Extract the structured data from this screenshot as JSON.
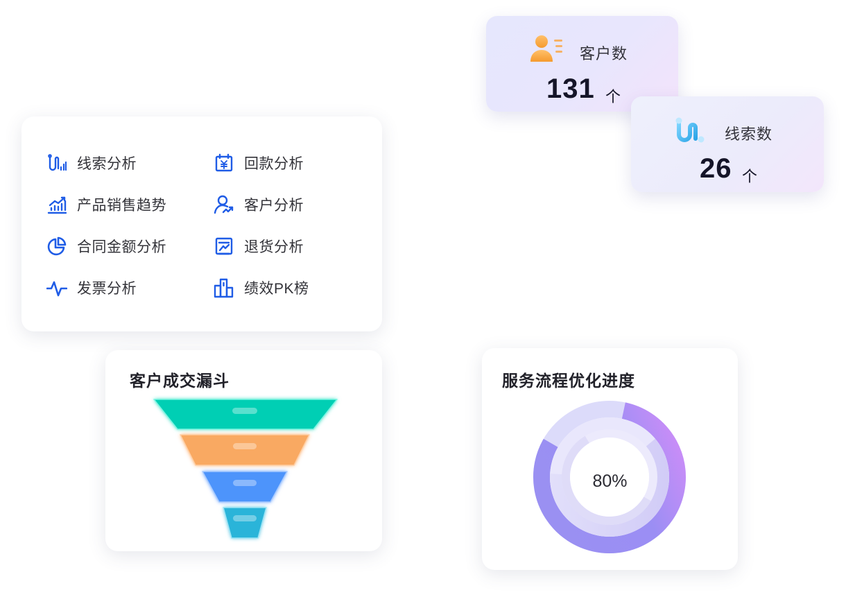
{
  "menu": {
    "items": [
      {
        "label": "线索分析",
        "icon": "leads-chart-icon"
      },
      {
        "label": "回款分析",
        "icon": "payment-calendar-icon"
      },
      {
        "label": "产品销售趋势",
        "icon": "trend-chart-icon"
      },
      {
        "label": "客户分析",
        "icon": "customer-user-icon"
      },
      {
        "label": "合同金额分析",
        "icon": "pie-chart-icon"
      },
      {
        "label": "退货分析",
        "icon": "return-board-icon"
      },
      {
        "label": "发票分析",
        "icon": "pulse-wave-icon"
      },
      {
        "label": "绩效PK榜",
        "icon": "ranking-building-icon"
      }
    ]
  },
  "stats": {
    "customers": {
      "label": "客户数",
      "value": "131",
      "unit": "个",
      "icon": "customer-list-icon",
      "color": "#f7a94a"
    },
    "leads": {
      "label": "线索数",
      "value": "26",
      "unit": "个",
      "icon": "leads-path-icon",
      "color": "#3db4ec"
    }
  },
  "funnel": {
    "title": "客户成交漏斗",
    "colors": [
      "#00cfb4",
      "#f9a962",
      "#4e94fb",
      "#2bb4d9"
    ]
  },
  "progress": {
    "title": "服务流程优化进度",
    "percent_label": "80%",
    "percent": 80
  },
  "colors": {
    "accent": "#1f5ce6",
    "stat_bg": "#e6e7fd"
  }
}
